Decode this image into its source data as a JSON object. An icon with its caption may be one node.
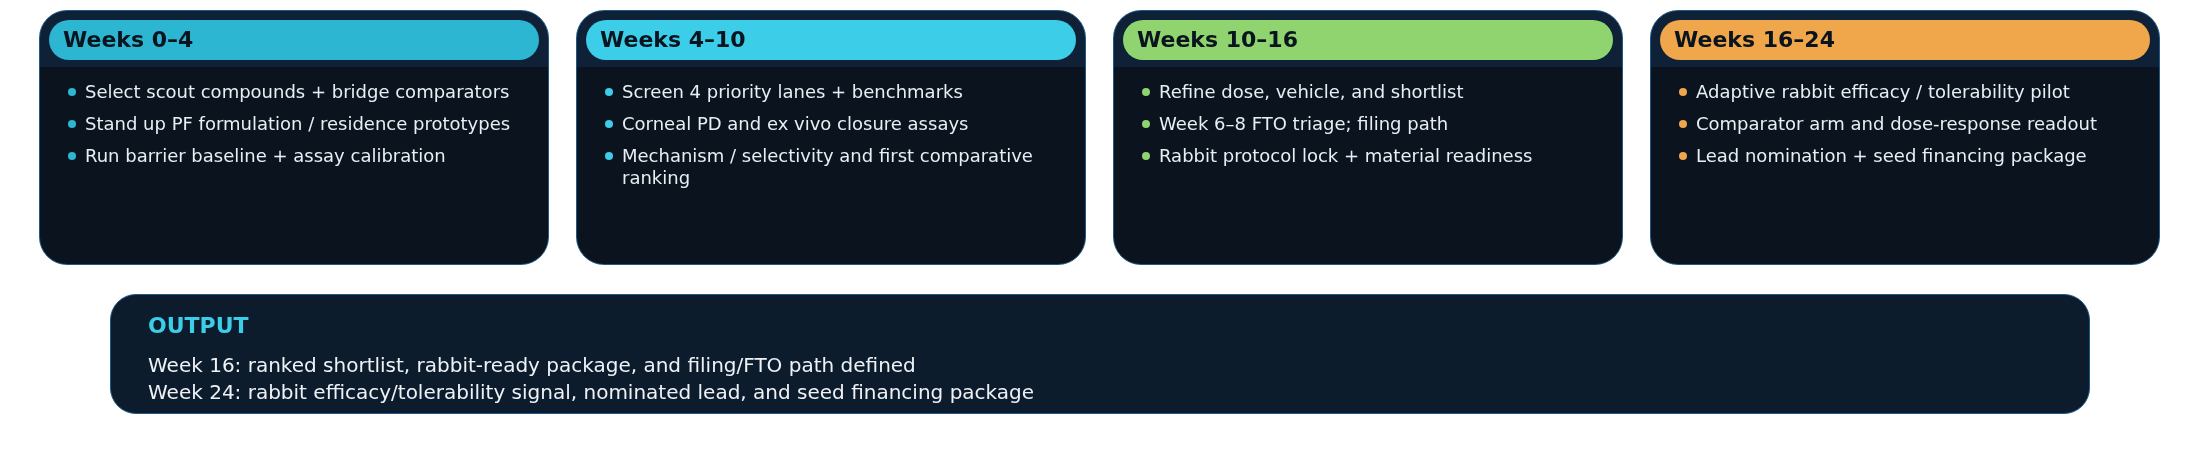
{
  "diagram": {
    "nodes": [
      {
        "text": [
          "Weeks 0–4",
          "Select scout compounds + bridge comparators",
          "Stand up PF formulation / residence prototypes",
          "Run barrier baseline + assay calibration"
        ]
      },
      {
        "text": [
          "Weeks 4–10",
          "Screen 4 priority lanes + benchmarks",
          "Corneal PD and ex vivo closure assays",
          "Mechanism / selectivity and first comparative ranking"
        ]
      },
      {
        "text": [
          "Weeks 10–16",
          "Refine dose, vehicle, and shortlist",
          "Week 6–8 FTO triage; filing path",
          "Rabbit protocol lock + material readiness"
        ]
      },
      {
        "text": [
          "Weeks 16–24",
          "Adaptive rabbit efficacy / tolerability pilot",
          "Comparator arm and dose-response readout",
          "Lead nomination + seed financing package"
        ]
      },
      {
        "text": [
          "OUTPUT",
          "Week 16: ranked shortlist, rabbit-ready package, and filing/FTO path defined",
          "Week 24: rabbit efficacy/tolerability signal, nominated lead, and seed financing package"
        ]
      }
    ]
  }
}
